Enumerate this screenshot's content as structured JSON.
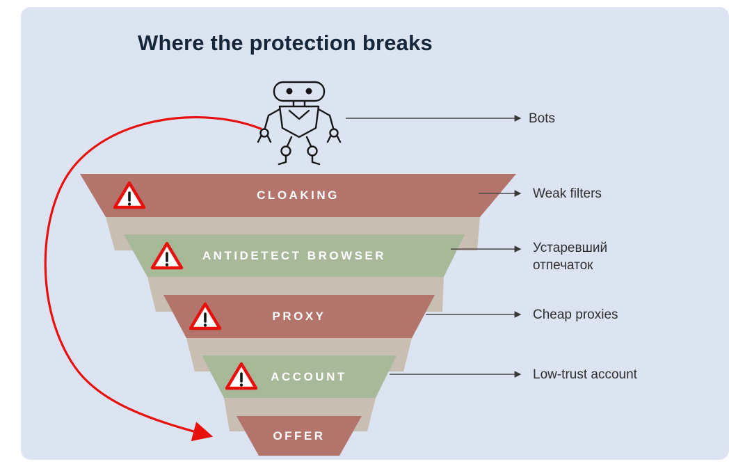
{
  "title": "Where the protection breaks",
  "top_annotation": {
    "label": "Bots"
  },
  "funnel": {
    "layers": [
      {
        "label": "CLOAKING",
        "annotation": "Weak filters",
        "warning": true,
        "color": "#b3746b"
      },
      {
        "label": "ANTIDETECT BROWSER",
        "annotation": "Устаревший отпечаток",
        "warning": true,
        "color": "#a8b99a"
      },
      {
        "label": "PROXY",
        "annotation": "Cheap proxies",
        "warning": true,
        "color": "#b3746b"
      },
      {
        "label": "ACCOUNT",
        "annotation": "Low-trust account",
        "warning": true,
        "color": "#a8b99a"
      },
      {
        "label": "OFFER",
        "warning": false,
        "color": "#b3746b"
      }
    ]
  },
  "icons": {
    "robot": "robot-icon",
    "warning": "warning-triangle-icon"
  },
  "colors": {
    "panel": "#dce3f1",
    "layer_red": "#b3746b",
    "layer_green": "#a8b99a",
    "connector": "#c8bfb2",
    "arrow_red": "#e8100c",
    "title_text": "#15263b",
    "annotation_text": "#2e2e2e",
    "layer_text": "#ffffff",
    "line": "#4a4a4a"
  }
}
